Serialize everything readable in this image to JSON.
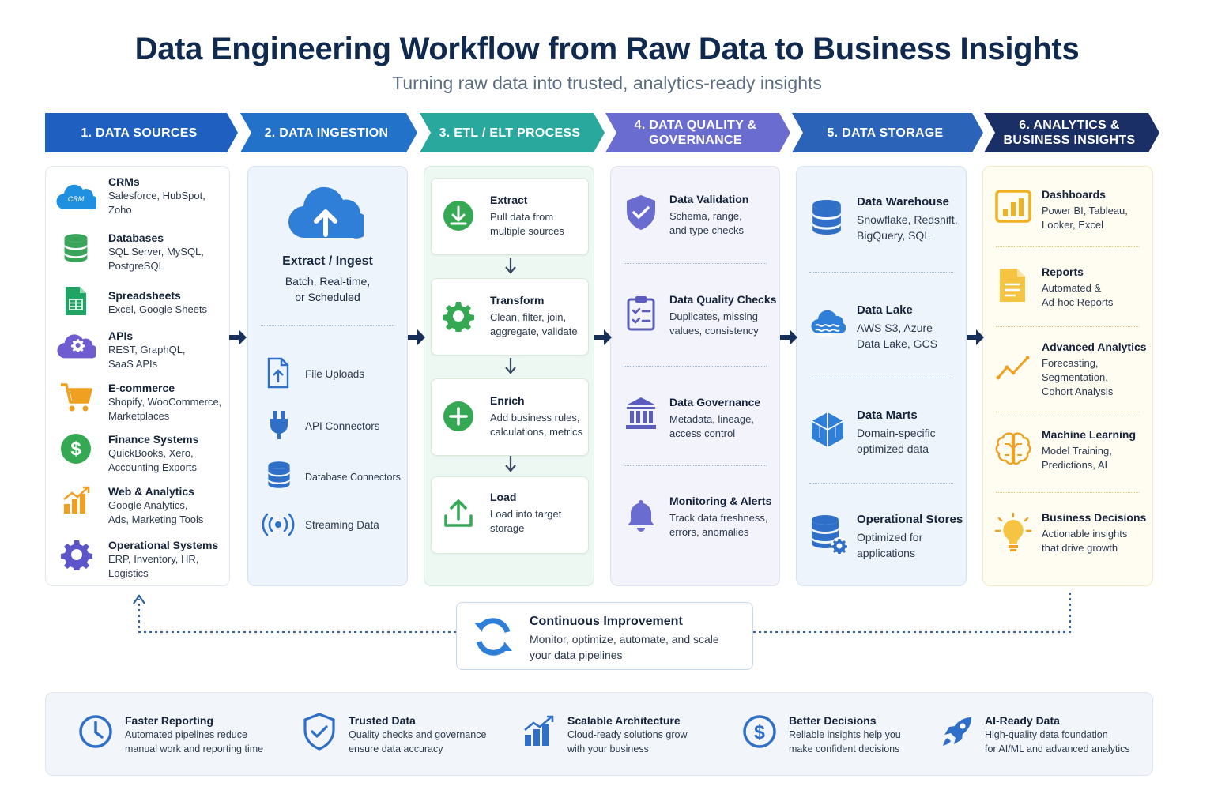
{
  "title": "Data Engineering Workflow from Raw Data to Business Insights",
  "subtitle": "Turning raw data into trusted, analytics-ready insights",
  "colors": {
    "stage1": "#1f5fbf",
    "stage2": "#2272c9",
    "stage3": "#29a99d",
    "stage4": "#6a6cd0",
    "stage5": "#2b63b8",
    "stage6": "#1a2f66"
  },
  "stages": [
    {
      "label": "1. DATA SOURCES"
    },
    {
      "label": "2. DATA INGESTION"
    },
    {
      "label": "3. ETL / ELT PROCESS"
    },
    {
      "label": "4. DATA QUALITY &\nGOVERNANCE"
    },
    {
      "label": "5. DATA STORAGE"
    },
    {
      "label": "6. ANALYTICS &\nBUSINESS INSIGHTS"
    }
  ],
  "sources": [
    {
      "title": "CRMs",
      "desc": "Salesforce, HubSpot,\nZoho",
      "icon": "crm-cloud-icon",
      "icon_text": "CRM"
    },
    {
      "title": "Databases",
      "desc": "SQL Server, MySQL,\nPostgreSQL",
      "icon": "database-icon"
    },
    {
      "title": "Spreadsheets",
      "desc": "Excel, Google Sheets",
      "icon": "spreadsheet-icon"
    },
    {
      "title": "APIs",
      "desc": "REST, GraphQL,\nSaaS APIs",
      "icon": "api-cloud-gear-icon"
    },
    {
      "title": "E-commerce",
      "desc": "Shopify, WooCommerce,\nMarketplaces",
      "icon": "shopping-cart-icon"
    },
    {
      "title": "Finance Systems",
      "desc": "QuickBooks, Xero,\nAccounting Exports",
      "icon": "dollar-icon"
    },
    {
      "title": "Web & Analytics",
      "desc": "Google Analytics,\nAds, Marketing Tools",
      "icon": "bar-growth-icon"
    },
    {
      "title": "Operational Systems",
      "desc": "ERP, Inventory, HR,\nLogistics",
      "icon": "gear-icon"
    }
  ],
  "ingestion": {
    "title": "Extract / Ingest",
    "desc": "Batch, Real-time,\nor Scheduled",
    "methods": [
      {
        "label": "File Uploads",
        "icon": "file-upload-icon"
      },
      {
        "label": "API Connectors",
        "icon": "plug-icon"
      },
      {
        "label": "Database Connectors",
        "icon": "database-icon"
      },
      {
        "label": "Streaming Data",
        "icon": "broadcast-icon"
      }
    ]
  },
  "etl": [
    {
      "title": "Extract",
      "desc": "Pull data from\nmultiple sources",
      "icon": "download-icon"
    },
    {
      "title": "Transform",
      "desc": "Clean, filter, join,\naggregate, validate",
      "icon": "gear-icon"
    },
    {
      "title": "Enrich",
      "desc": "Add business rules,\ncalculations, metrics",
      "icon": "plus-icon"
    },
    {
      "title": "Load",
      "desc": "Load into target\nstorage",
      "icon": "upload-icon"
    }
  ],
  "quality": [
    {
      "title": "Data Validation",
      "desc": "Schema, range,\nand type checks",
      "icon": "shield-check-icon"
    },
    {
      "title": "Data Quality Checks",
      "desc": "Duplicates, missing\nvalues, consistency",
      "icon": "clipboard-icon"
    },
    {
      "title": "Data Governance",
      "desc": "Metadata, lineage,\naccess control",
      "icon": "institution-icon"
    },
    {
      "title": "Monitoring & Alerts",
      "desc": "Track data freshness,\nerrors, anomalies",
      "icon": "bell-icon"
    }
  ],
  "storage": [
    {
      "title": "Data Warehouse",
      "desc": "Snowflake, Redshift,\nBigQuery, SQL",
      "icon": "warehouse-icon"
    },
    {
      "title": "Data Lake",
      "desc": "AWS S3, Azure\nData Lake, GCS",
      "icon": "lake-icon"
    },
    {
      "title": "Data Marts",
      "desc": "Domain-specific\noptimized data",
      "icon": "cube-icon"
    },
    {
      "title": "Operational Stores",
      "desc": "Optimized for\napplications",
      "icon": "database-gear-icon"
    }
  ],
  "analytics": [
    {
      "title": "Dashboards",
      "desc": "Power BI, Tableau,\nLooker, Excel",
      "icon": "dashboard-icon"
    },
    {
      "title": "Reports",
      "desc": "Automated &\nAd-hoc Reports",
      "icon": "report-icon"
    },
    {
      "title": "Advanced Analytics",
      "desc": "Forecasting,\nSegmentation,\nCohort Analysis",
      "icon": "trend-line-icon"
    },
    {
      "title": "Machine Learning",
      "desc": "Model Training,\nPredictions, AI",
      "icon": "brain-icon"
    },
    {
      "title": "Business Decisions",
      "desc": "Actionable insights\nthat drive growth",
      "icon": "lightbulb-icon"
    }
  ],
  "improvement": {
    "title": "Continuous Improvement",
    "desc": "Monitor, optimize, automate, and scale\nyour data pipelines",
    "icon": "refresh-cycle-icon"
  },
  "benefits": [
    {
      "title": "Faster Reporting",
      "desc": "Automated pipelines reduce\nmanual work and reporting time",
      "icon": "clock-icon"
    },
    {
      "title": "Trusted Data",
      "desc": "Quality checks and governance\nensure data accuracy",
      "icon": "shield-check-icon"
    },
    {
      "title": "Scalable Architecture",
      "desc": "Cloud-ready solutions grow\nwith your business",
      "icon": "bar-growth-icon"
    },
    {
      "title": "Better Decisions",
      "desc": "Reliable insights help you\nmake confident decisions",
      "icon": "dollar-circle-icon"
    },
    {
      "title": "AI-Ready Data",
      "desc": "High-quality data foundation\nfor AI/ML and advanced analytics",
      "icon": "rocket-icon"
    }
  ]
}
